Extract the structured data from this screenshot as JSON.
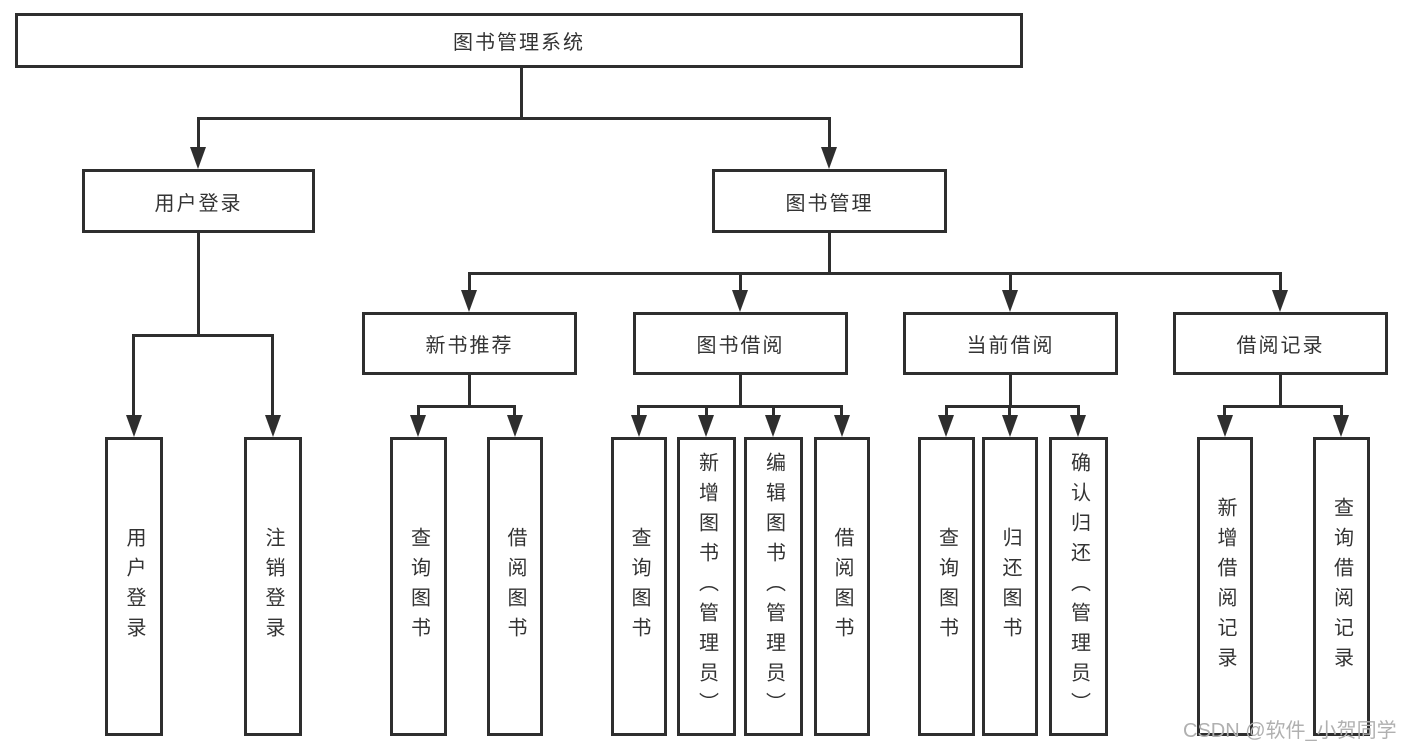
{
  "diagram": {
    "type": "functional-structure-tree",
    "root": {
      "label": "图书管理系统"
    },
    "branches": [
      {
        "label": "用户登录",
        "children": [
          {
            "label": "用户登录"
          },
          {
            "label": "注销登录"
          }
        ]
      },
      {
        "label": "图书管理",
        "children": [
          {
            "label": "新书推荐",
            "children": [
              {
                "label": "查询图书"
              },
              {
                "label": "借阅图书"
              }
            ]
          },
          {
            "label": "图书借阅",
            "children": [
              {
                "label": "查询图书"
              },
              {
                "label": "新增图书（管理员）"
              },
              {
                "label": "编辑图书（管理员）"
              },
              {
                "label": "借阅图书"
              }
            ]
          },
          {
            "label": "当前借阅",
            "children": [
              {
                "label": "查询图书"
              },
              {
                "label": "归还图书"
              },
              {
                "label": "确认归还（管理员）"
              }
            ]
          },
          {
            "label": "借阅记录",
            "children": [
              {
                "label": "新增借阅记录"
              },
              {
                "label": "查询借阅记录"
              }
            ]
          }
        ]
      }
    ]
  },
  "watermark": {
    "text": "CSDN @软件_小贺同学",
    "color": "#b0b0b0"
  },
  "colors": {
    "line": "#2e2e2e",
    "box_border": "#2e2e2e",
    "box_fill": "#ffffff",
    "text": "#333333",
    "background": "#ffffff"
  }
}
